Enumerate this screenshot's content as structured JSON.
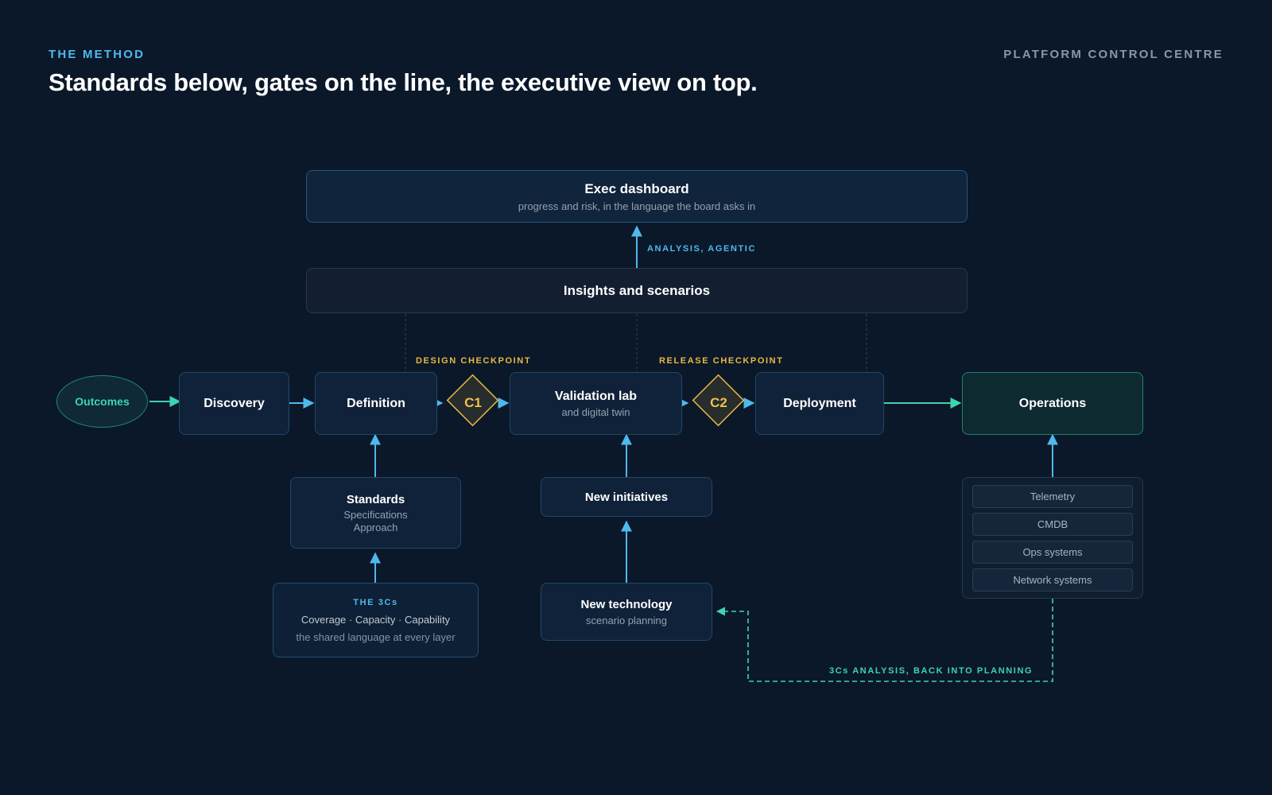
{
  "header": {
    "eyebrow": "THE METHOD",
    "title": "Standards below, gates on the line, the executive view on top.",
    "brand": "PLATFORM CONTROL CENTRE"
  },
  "exec": {
    "title": "Exec dashboard",
    "subtitle": "progress and risk, in the language the board asks in"
  },
  "analysis_label": "ANALYSIS, AGENTIC",
  "insights": {
    "title": "Insights and scenarios"
  },
  "checkpoints": {
    "design": "DESIGN CHECKPOINT",
    "release": "RELEASE CHECKPOINT"
  },
  "flow": {
    "outcomes": "Outcomes",
    "discovery": "Discovery",
    "definition": "Definition",
    "c1": "C1",
    "validation": {
      "title": "Validation lab",
      "subtitle": "and digital twin"
    },
    "c2": "C2",
    "deployment": "Deployment",
    "operations": "Operations"
  },
  "standards": {
    "title": "Standards",
    "line1": "Specifications",
    "line2": "Approach"
  },
  "threecs": {
    "kicker": "THE 3Cs",
    "line1": "Coverage · Capacity · Capability",
    "line2": "the shared language at every layer"
  },
  "initiatives": {
    "title": "New initiatives"
  },
  "technology": {
    "title": "New technology",
    "subtitle": "scenario planning"
  },
  "sources": [
    "Telemetry",
    "CMDB",
    "Ops systems",
    "Network systems"
  ],
  "feedback_label": "3Cs ANALYSIS, BACK INTO PLANNING",
  "colors": {
    "background": "#0b1829",
    "accent_blue": "#4fb8ec",
    "accent_teal": "#3ed3b1",
    "gate_gold": "#e9b844",
    "box_fill": "#102239",
    "box_border": "#1e4868"
  }
}
